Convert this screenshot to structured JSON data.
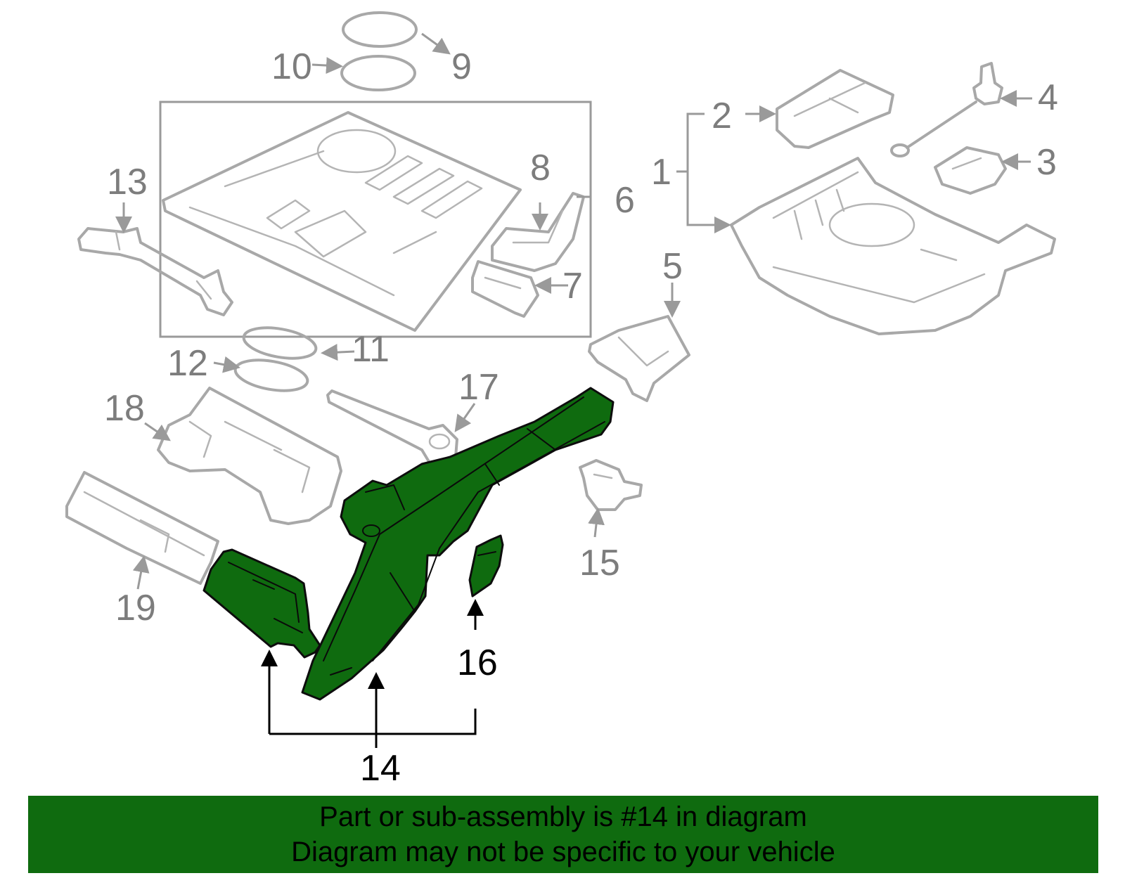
{
  "diagram": {
    "labels": {
      "l1": "1",
      "l2": "2",
      "l3": "3",
      "l4": "4",
      "l5": "5",
      "l6": "6",
      "l7": "7",
      "l8": "8",
      "l9": "9",
      "l10": "10",
      "l11": "11",
      "l12": "12",
      "l13": "13",
      "l14": "14",
      "l15": "15",
      "l16": "16",
      "l17": "17",
      "l18": "18",
      "l19": "19"
    },
    "highlighted_part": "14",
    "colors": {
      "highlight": "#0f6b0f",
      "outline": "#a8a8a8",
      "banner": "#0f6b0f"
    }
  },
  "banner": {
    "line1": "Part or sub-assembly is #14 in diagram",
    "line2": "Diagram may not be specific to your vehicle"
  }
}
